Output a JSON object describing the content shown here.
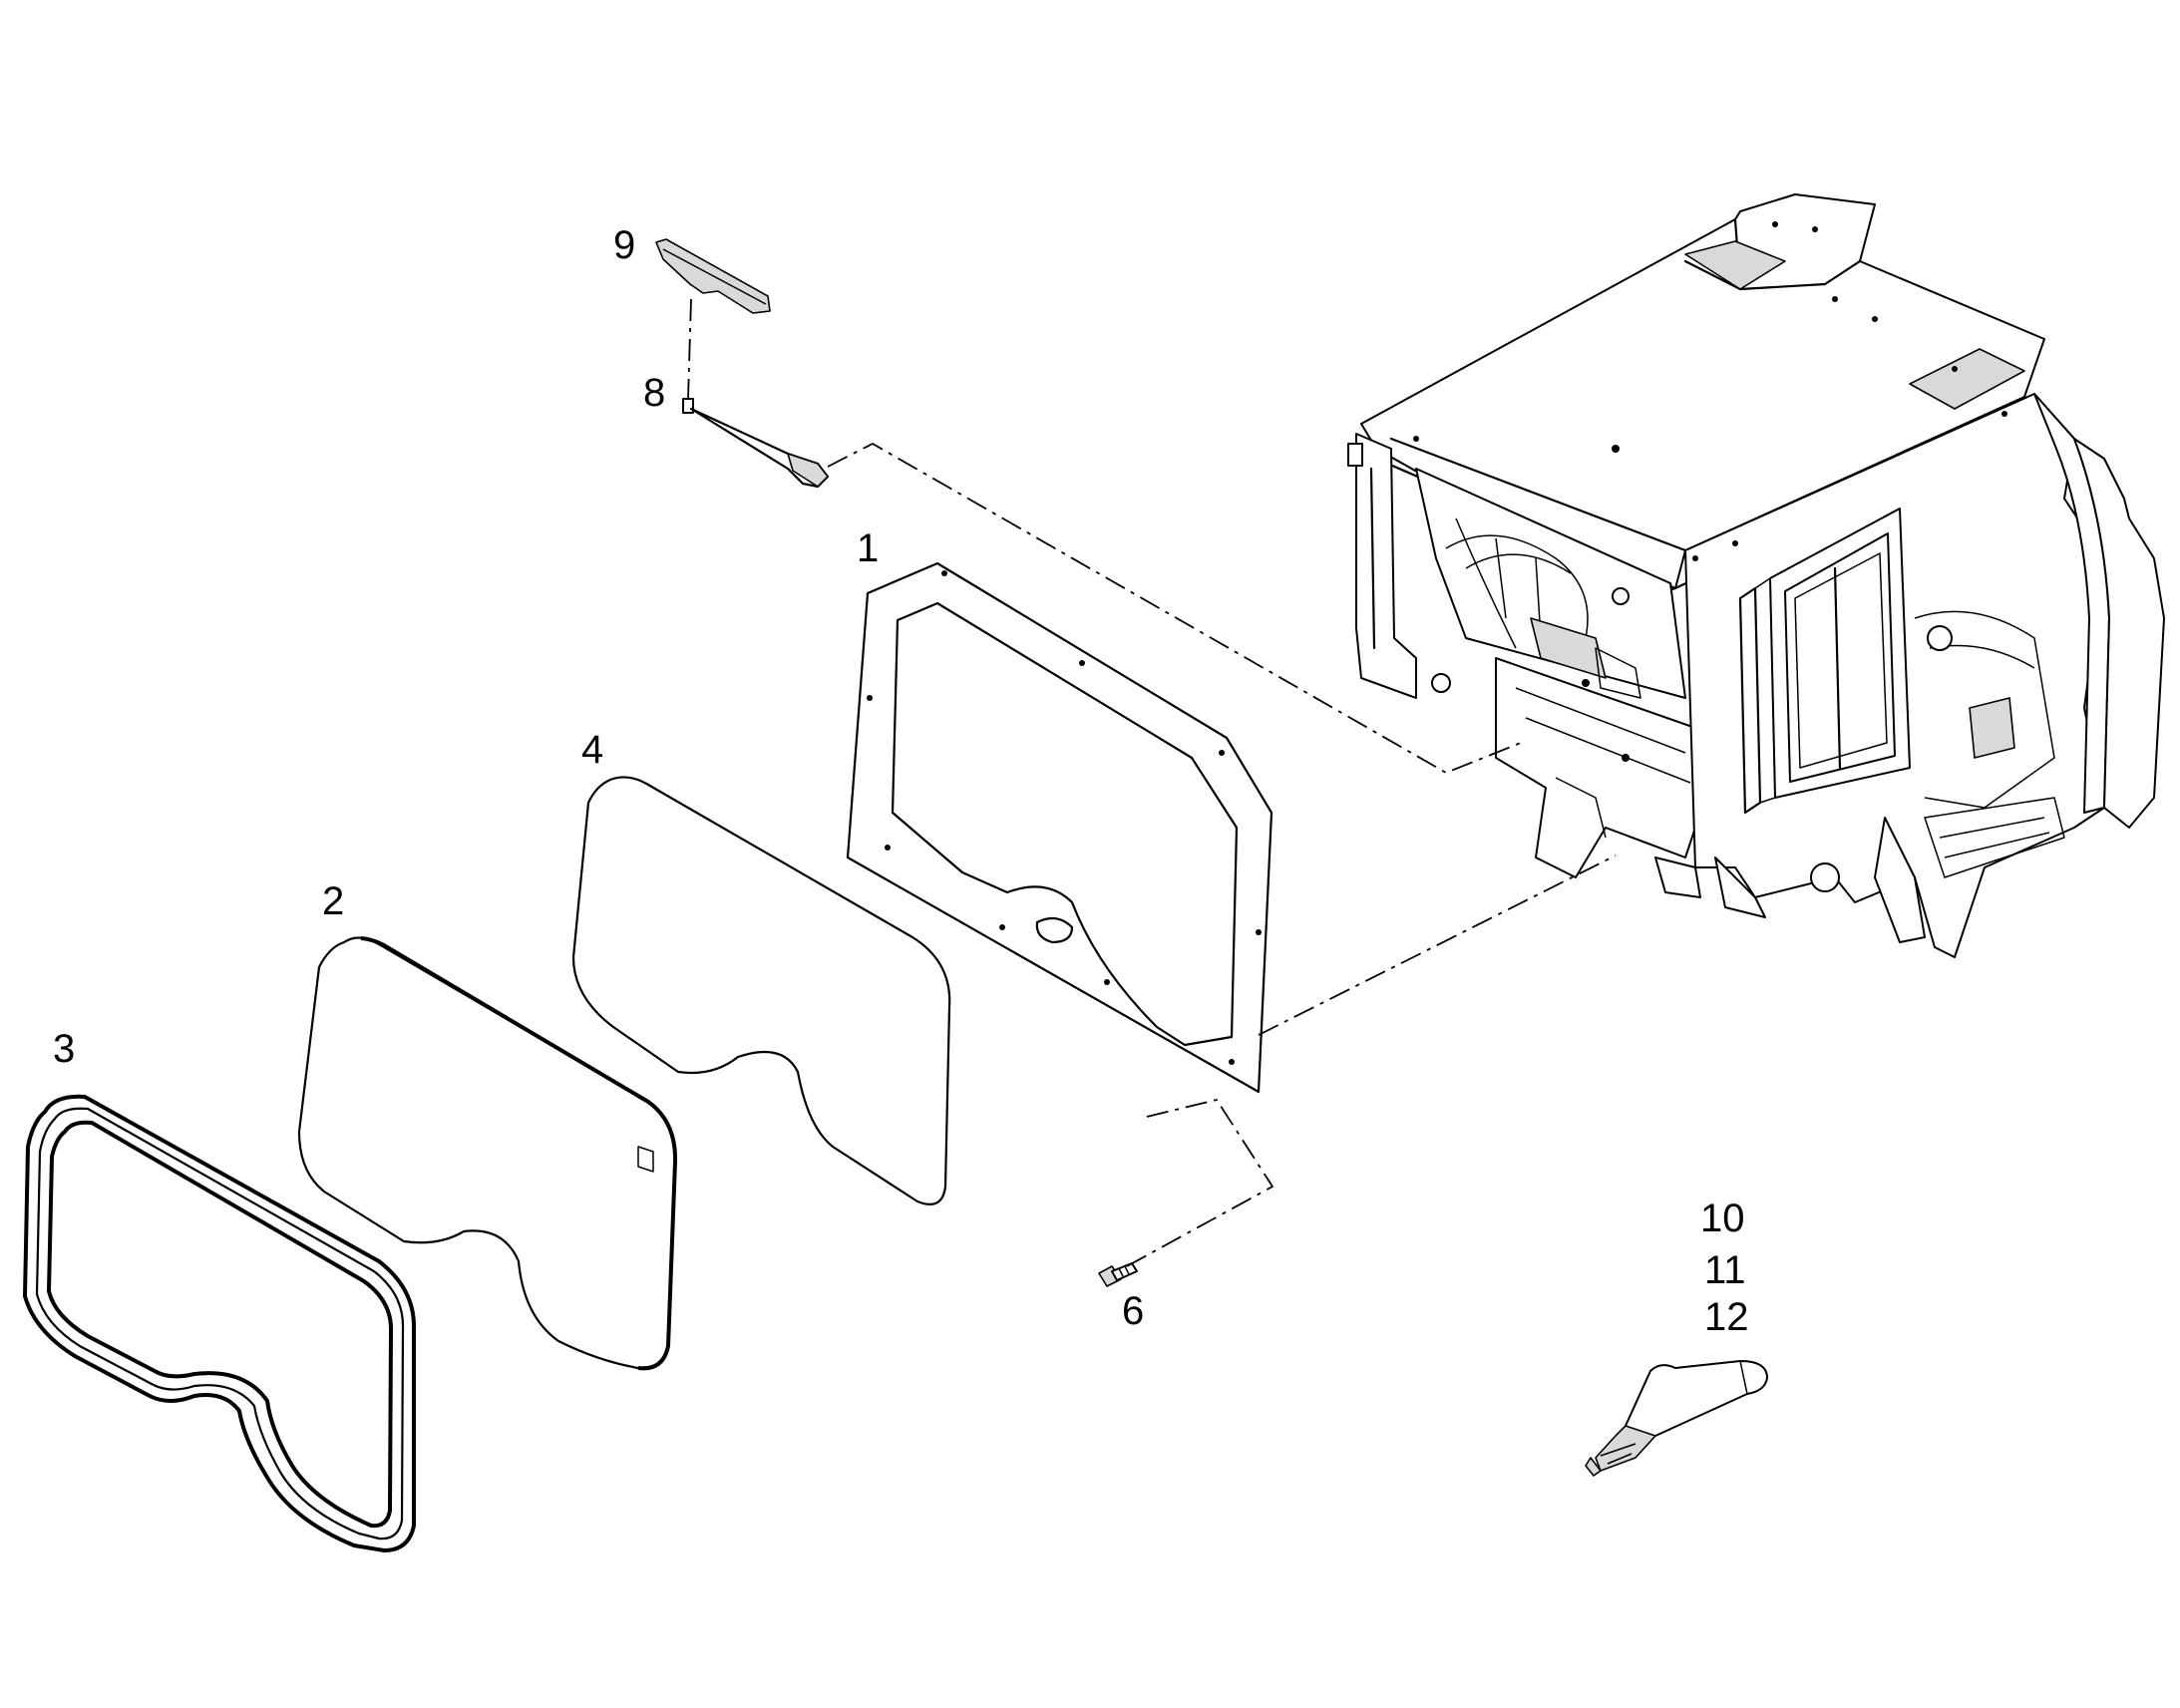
{
  "diagram": {
    "callouts": [
      {
        "id": "callout-1",
        "text": "1"
      },
      {
        "id": "callout-2",
        "text": "2"
      },
      {
        "id": "callout-3",
        "text": "3"
      },
      {
        "id": "callout-4",
        "text": "4"
      },
      {
        "id": "callout-6",
        "text": "6"
      },
      {
        "id": "callout-8",
        "text": "8"
      },
      {
        "id": "callout-9",
        "text": "9"
      },
      {
        "id": "callout-10",
        "text": "10"
      },
      {
        "id": "callout-11",
        "text": "11"
      },
      {
        "id": "callout-12",
        "text": "12"
      }
    ],
    "line_color": "#000000",
    "background": "#ffffff"
  }
}
